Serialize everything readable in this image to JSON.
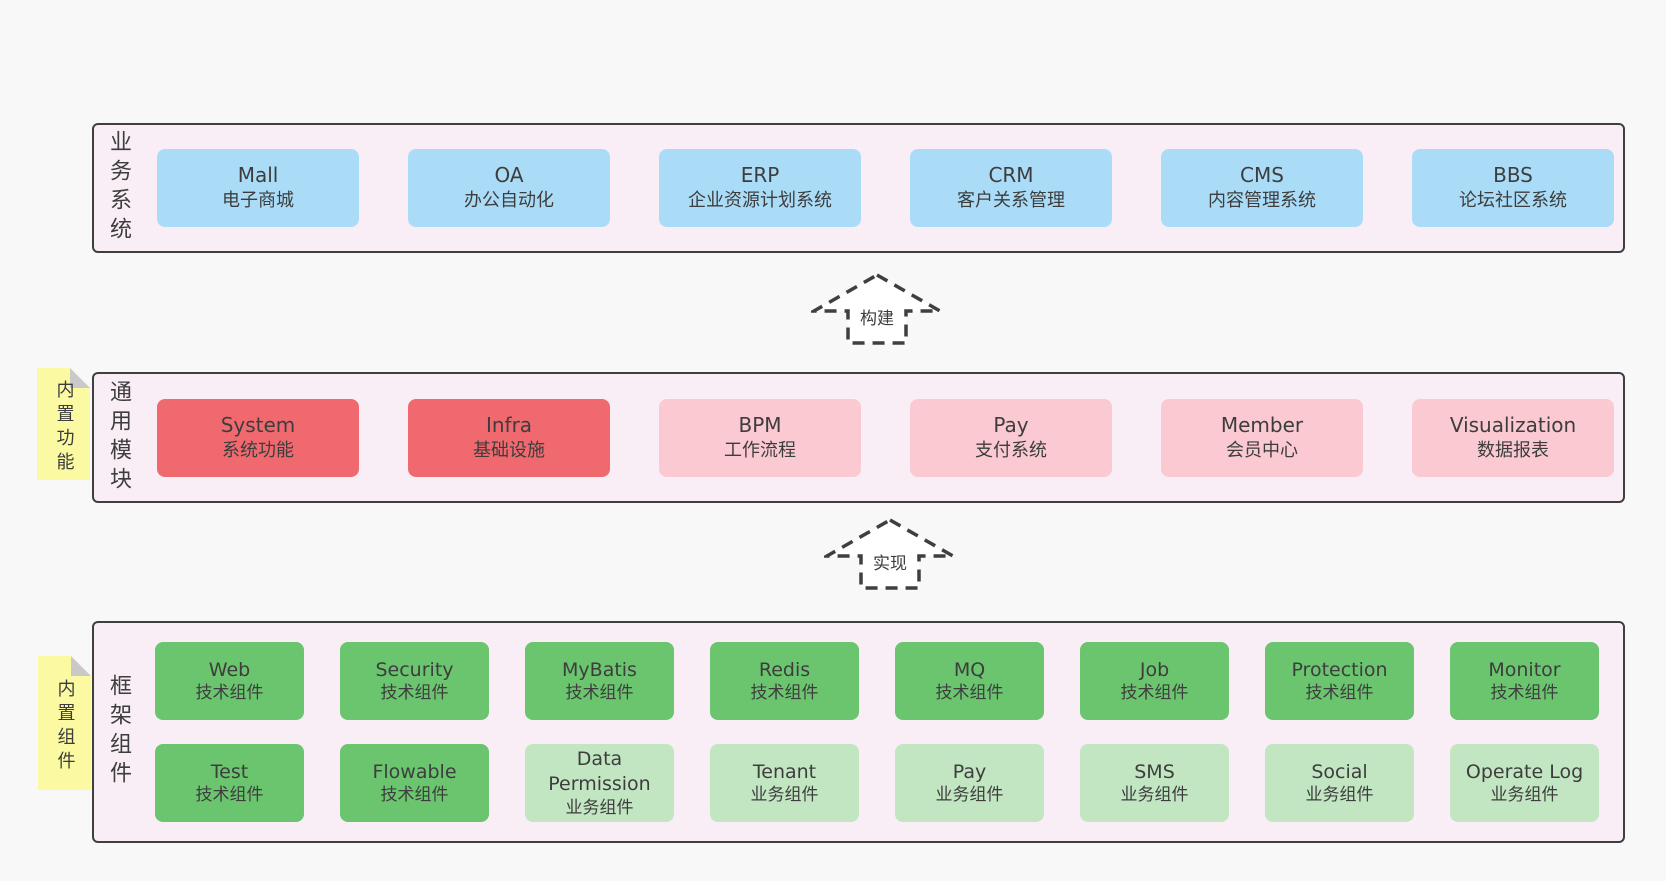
{
  "business_layer": {
    "label": "业务系统",
    "boxes": [
      {
        "name": "Mall",
        "subtitle": "电子商城",
        "color": "blue"
      },
      {
        "name": "OA",
        "subtitle": "办公自动化",
        "color": "blue"
      },
      {
        "name": "ERP",
        "subtitle": "企业资源计划系统",
        "color": "blue"
      },
      {
        "name": "CRM",
        "subtitle": "客户关系管理",
        "color": "blue"
      },
      {
        "name": "CMS",
        "subtitle": "内容管理系统",
        "color": "blue"
      },
      {
        "name": "BBS",
        "subtitle": "论坛社区系统",
        "color": "blue"
      }
    ]
  },
  "modules_layer": {
    "label": "通用模块",
    "note": "内置功能",
    "boxes": [
      {
        "name": "System",
        "subtitle": "系统功能",
        "color": "red"
      },
      {
        "name": "Infra",
        "subtitle": "基础设施",
        "color": "red"
      },
      {
        "name": "BPM",
        "subtitle": "工作流程",
        "color": "pink"
      },
      {
        "name": "Pay",
        "subtitle": "支付系统",
        "color": "pink"
      },
      {
        "name": "Member",
        "subtitle": "会员中心",
        "color": "pink"
      },
      {
        "name": "Visualization",
        "subtitle": "数据报表",
        "color": "pink"
      }
    ]
  },
  "components_layer": {
    "label": "框架组件",
    "note": "内置组件",
    "row1": [
      {
        "name": "Web",
        "subtitle": "技术组件",
        "color": "green"
      },
      {
        "name": "Security",
        "subtitle": "技术组件",
        "color": "green"
      },
      {
        "name": "MyBatis",
        "subtitle": "技术组件",
        "color": "green"
      },
      {
        "name": "Redis",
        "subtitle": "技术组件",
        "color": "green"
      },
      {
        "name": "MQ",
        "subtitle": "技术组件",
        "color": "green"
      },
      {
        "name": "Job",
        "subtitle": "技术组件",
        "color": "green"
      },
      {
        "name": "Protection",
        "subtitle": "技术组件",
        "color": "green"
      },
      {
        "name": "Monitor",
        "subtitle": "技术组件",
        "color": "green"
      }
    ],
    "row2": [
      {
        "name": "Test",
        "subtitle": "技术组件",
        "color": "green"
      },
      {
        "name": "Flowable",
        "subtitle": "技术组件",
        "color": "green"
      },
      {
        "name": "Data\nPermission",
        "subtitle": "业务组件",
        "color": "light_green"
      },
      {
        "name": "Tenant",
        "subtitle": "业务组件",
        "color": "light_green"
      },
      {
        "name": "Pay",
        "subtitle": "业务组件",
        "color": "light_green"
      },
      {
        "name": "SMS",
        "subtitle": "业务组件",
        "color": "light_green"
      },
      {
        "name": "Social",
        "subtitle": "业务组件",
        "color": "light_green"
      },
      {
        "name": "Operate Log",
        "subtitle": "业务组件",
        "color": "light_green"
      }
    ]
  },
  "arrows": {
    "build": "构建",
    "implement": "实现"
  },
  "colors": {
    "page_bg": "#f8f8f8",
    "layer_bg": "#f9edf6",
    "border": "#3f3f3f",
    "text": "#3d3d3d",
    "blue": "#aadcf7",
    "red": "#f0696f",
    "pink": "#fac9d2",
    "green": "#6ac56e",
    "light_green": "#c2e6c2",
    "note_yellow": "#fbf9a1",
    "note_fold": "#c9c9c9"
  }
}
